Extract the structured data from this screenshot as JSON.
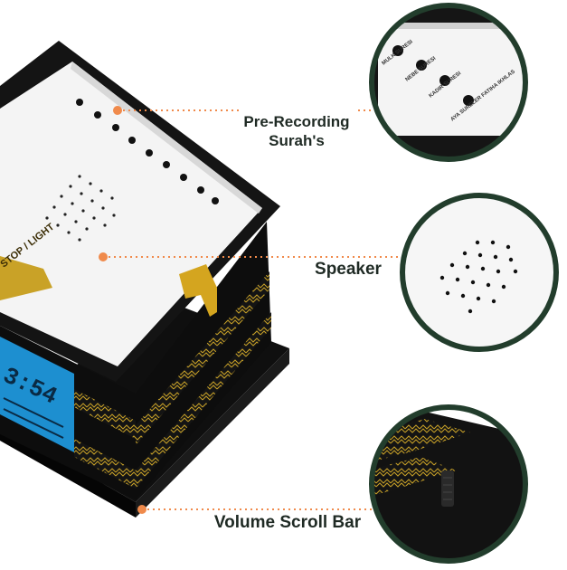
{
  "colors": {
    "ring": "#223d2c",
    "callout_line": "#f08a4b",
    "label_text": "#1f2a24",
    "cube_black": "#121212",
    "panel_white": "#f4f4f4",
    "gold": "#c9a227",
    "screen_blue": "#1d8fd0"
  },
  "labels": {
    "pre_recording_line1": "Pre-Recording",
    "pre_recording_line2": "Surah's",
    "speaker": "Speaker",
    "volume_scroll_bar": "Volume Scroll Bar"
  },
  "device": {
    "stop_light_label": "STOP / LIGHT",
    "display_digits": "3:54"
  },
  "zoom_buttons": [
    "MULK SURESI",
    "NEBE SURESI",
    "KADIR SURESI",
    "AYA SURELER FATIHA IKHLAS"
  ]
}
